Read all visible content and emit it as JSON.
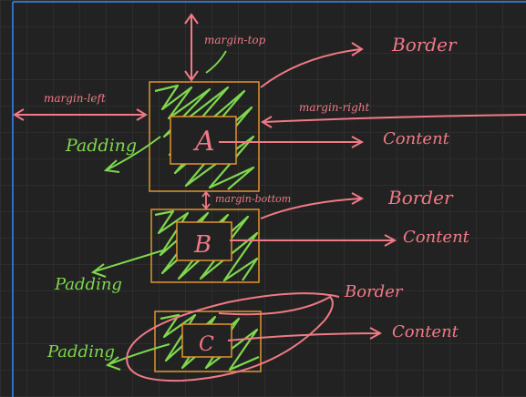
{
  "colors": {
    "background": "#222222",
    "grid": "#383838",
    "frame": "#2f6fc8",
    "box_border": "#e0952c",
    "padding_hatch": "#7ed84e",
    "pen_pink": "#f07a86"
  },
  "boxes": {
    "a": {
      "letter": "A"
    },
    "b": {
      "letter": "B"
    },
    "c": {
      "letter": "C"
    }
  },
  "labels": {
    "margin_top": "margin-top",
    "margin_left": "margin-left",
    "margin_right": "margin-right",
    "margin_bottom": "margin-bottom",
    "padding_a": "Padding",
    "padding_b": "Padding",
    "padding_c": "Padding",
    "border_a": "Border",
    "border_b": "Border",
    "border_c": "Border",
    "content_a": "Content",
    "content_b": "Content",
    "content_c": "Content"
  },
  "icons": {
    "arrowhead": "arrowhead-icon"
  }
}
